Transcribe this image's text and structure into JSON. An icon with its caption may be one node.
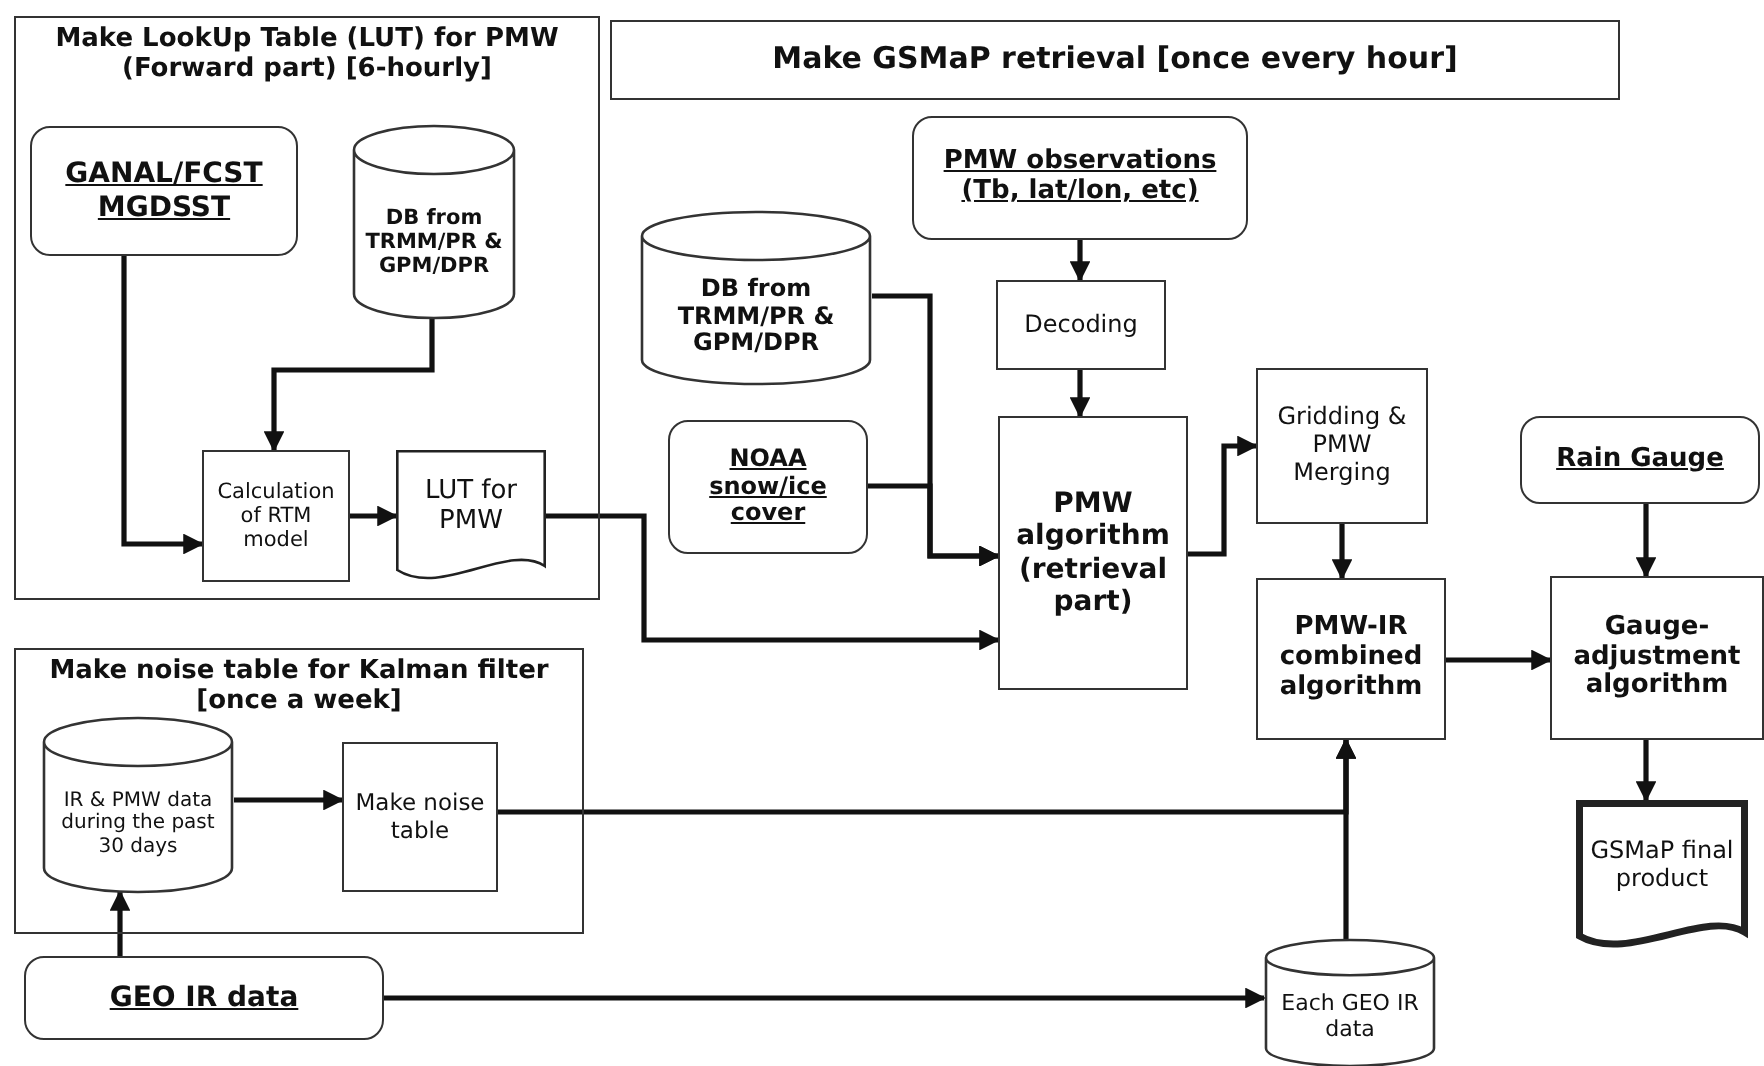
{
  "diagram": {
    "nodes": [
      {
        "text": [
          "Make LookUp Table (LUT) for PMW (Forward part) [6-hourly]"
        ]
      },
      {
        "text": [
          "GANAL/FCST MGDSST"
        ],
        "in": 0
      },
      {
        "text": [
          "DB from TRMM/PR & GPM/DPR"
        ],
        "in": 0
      },
      {
        "text": [
          "Calculation of RTM model"
        ],
        "in": 0
      },
      {
        "text": [
          "LUT for PMW"
        ],
        "in": 0
      },
      {
        "text": [
          "Make GSMaP retrieval [once every hour]"
        ]
      },
      {
        "text": [
          "PMW observations (Tb, lat/lon, etc)"
        ]
      },
      {
        "text": [
          "DB from TRMM/PR & GPM/DPR"
        ]
      },
      {
        "text": [
          "Decoding"
        ]
      },
      {
        "text": [
          "NOAA snow/ice cover"
        ]
      },
      {
        "text": [
          "PMW algorithm (retrieval part)"
        ]
      },
      {
        "text": [
          "Gridding & PMW Merging"
        ]
      },
      {
        "text": [
          "Rain Gauge"
        ]
      },
      {
        "text": [
          "PMW-IR combined algorithm"
        ]
      },
      {
        "text": [
          "Gauge-adjustment algorithm"
        ]
      },
      {
        "text": [
          "GSMaP final product"
        ]
      },
      {
        "text": [
          "Make noise table for Kalman filter [once a week]"
        ]
      },
      {
        "text": [
          "IR & PMW data during the past 30 days"
        ],
        "in": 16
      },
      {
        "text": [
          "Make noise table"
        ],
        "in": 16
      },
      {
        "text": [
          "GEO IR data"
        ]
      },
      {
        "text": [
          "Each GEO IR data"
        ]
      }
    ],
    "edges": [
      {
        "from": 1,
        "to": 3,
        "arrow": "to"
      },
      {
        "from": 2,
        "to": 3,
        "arrow": "to"
      },
      {
        "from": 3,
        "to": 4,
        "arrow": "to"
      },
      {
        "from": 4,
        "to": 10,
        "arrow": "to"
      },
      {
        "from": 7,
        "to": 10,
        "arrow": "to"
      },
      {
        "from": 9,
        "to": 10,
        "arrow": "to"
      },
      {
        "from": 6,
        "to": 8,
        "arrow": "to"
      },
      {
        "from": 8,
        "to": 10,
        "arrow": "to"
      },
      {
        "from": 10,
        "to": 11,
        "arrow": "to"
      },
      {
        "from": 11,
        "to": 13,
        "arrow": "to"
      },
      {
        "from": 13,
        "to": 14,
        "arrow": "to"
      },
      {
        "from": 12,
        "to": 14,
        "arrow": "to"
      },
      {
        "from": 14,
        "to": 15,
        "arrow": "to"
      },
      {
        "from": 19,
        "to": 17,
        "arrow": "to"
      },
      {
        "from": 17,
        "to": 18,
        "arrow": "to"
      },
      {
        "from": 18,
        "to": 13,
        "arrow": "to"
      },
      {
        "from": 19,
        "to": 20,
        "arrow": "to"
      },
      {
        "from": 20,
        "to": 13,
        "arrow": "to"
      }
    ]
  }
}
